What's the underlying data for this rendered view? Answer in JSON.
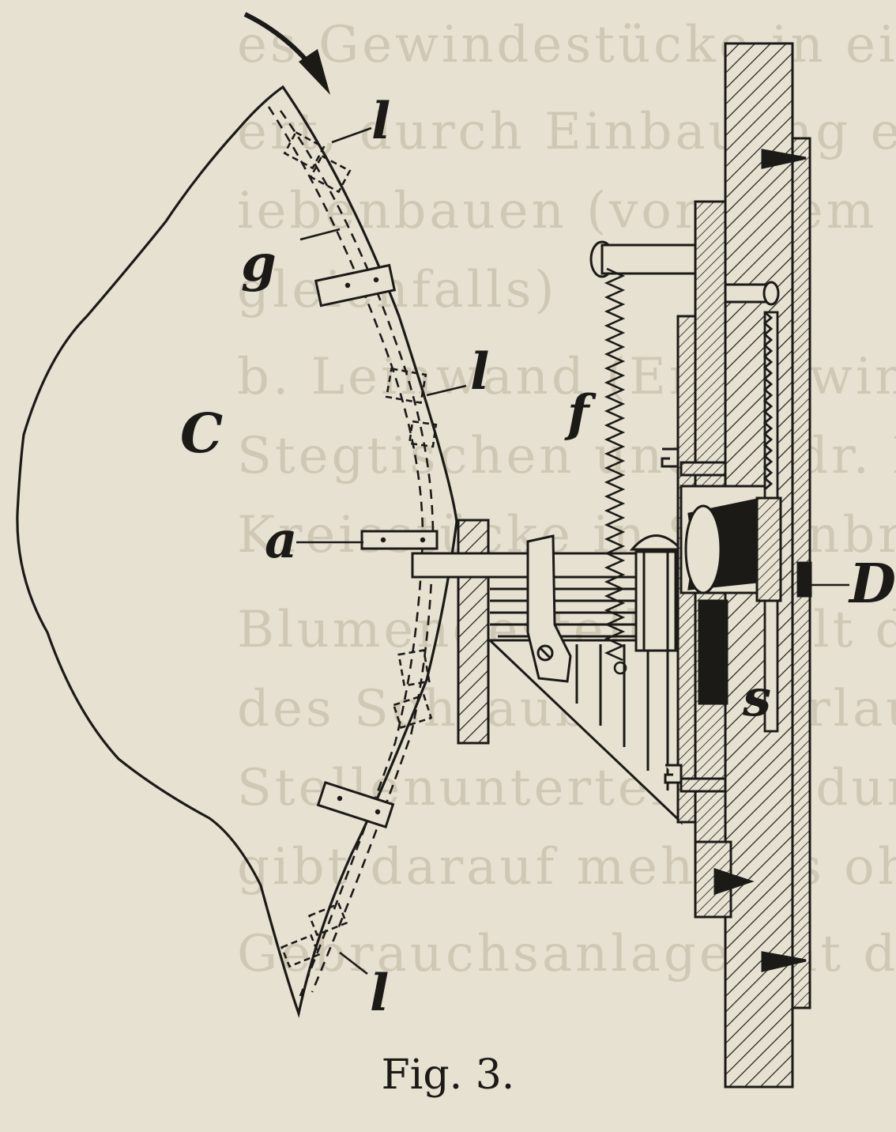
{
  "background_text": [
    "es Gewindestücke in ein Bleche",
    "ert, durch Einbauung eine",
    "iebenbauen (vor allem der",
    "gleichfalls)",
    "b. Leinwand (Endgewindestücke)",
    "Stegtischen und Andr. Homagerung",
    "Kreisstücke in Sägenbreites",
    "Blumengestell erhielt den ein",
    "des Schraubenes verlaufenden",
    "Stellenunterteilung durchaus mit",
    "gibt darauf mehr als ohne Lente",
    "Gebrauchsanlage hat diese ihre"
  ],
  "labels": {
    "l_top": "l",
    "g": "g",
    "l_mid": "l",
    "f": "f",
    "C": "C",
    "a": "a",
    "D": "D",
    "s": "s",
    "l_bottom": "l"
  },
  "caption": "Fig. 3.",
  "colors": {
    "paper": "#e6e1d1",
    "ink": "#1c1a17",
    "ghost_text": "#cfc8b4"
  }
}
